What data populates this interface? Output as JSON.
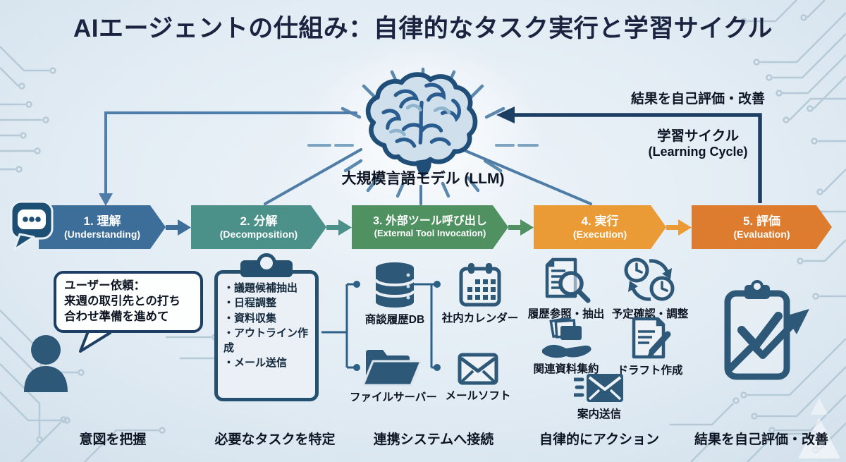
{
  "title": "AIエージェントの仕組み：自律的なタスク実行と学習サイクル",
  "llm": {
    "label": "大規模言語モデル (LLM)"
  },
  "learning_cycle": {
    "feedback": "結果を自己評価・改善",
    "title_jp": "学習サイクル",
    "title_en": "(Learning Cycle)"
  },
  "steps": [
    {
      "label": "1. 理解",
      "sub": "(Understanding)",
      "color": "#3c6e99",
      "summary": "意図を把握"
    },
    {
      "label": "2. 分解",
      "sub": "(Decomposition)",
      "color": "#4b9089",
      "summary": "必要なタスクを特定"
    },
    {
      "label": "3. 外部ツール呼び出し",
      "sub": "(External Tool Invocation)",
      "color": "#4f9161",
      "summary": "連携システムへ接続"
    },
    {
      "label": "4. 実行",
      "sub": "(Execution)",
      "color": "#ea9b35",
      "summary": "自律的にアクション"
    },
    {
      "label": "5. 評価",
      "sub": "(Evaluation)",
      "color": "#dd7c2e",
      "summary": "結果を自己評価・改善"
    }
  ],
  "user_request": {
    "line1": "ユーザー依頼：",
    "line2": "来週の取引先との打ち",
    "line3": "合わせ準備を進めて"
  },
  "tasks": [
    "議題候補抽出",
    "日程調整",
    "資料収集",
    "アウトライン作成",
    "メール送信"
  ],
  "systems": {
    "db": "商談履歴DB",
    "calendar": "社内カレンダー",
    "file": "ファイルサーバー",
    "mail": "メールソフト"
  },
  "actions": {
    "history": "履歴参照・抽出",
    "schedule": "予定確認・調整",
    "collect": "関連資料集約",
    "draft": "ドラフト作成",
    "send": "案内送信"
  },
  "colors": {
    "step1": "#3c6e99",
    "step2": "#4b9089",
    "step3": "#4f9161",
    "step4": "#ea9b35",
    "step5": "#dd7c2e",
    "icon_navy": "#2d5878",
    "dark_navy": "#1d3f63",
    "connector": "#4f7da8",
    "circuit": "#b6c9d7"
  }
}
